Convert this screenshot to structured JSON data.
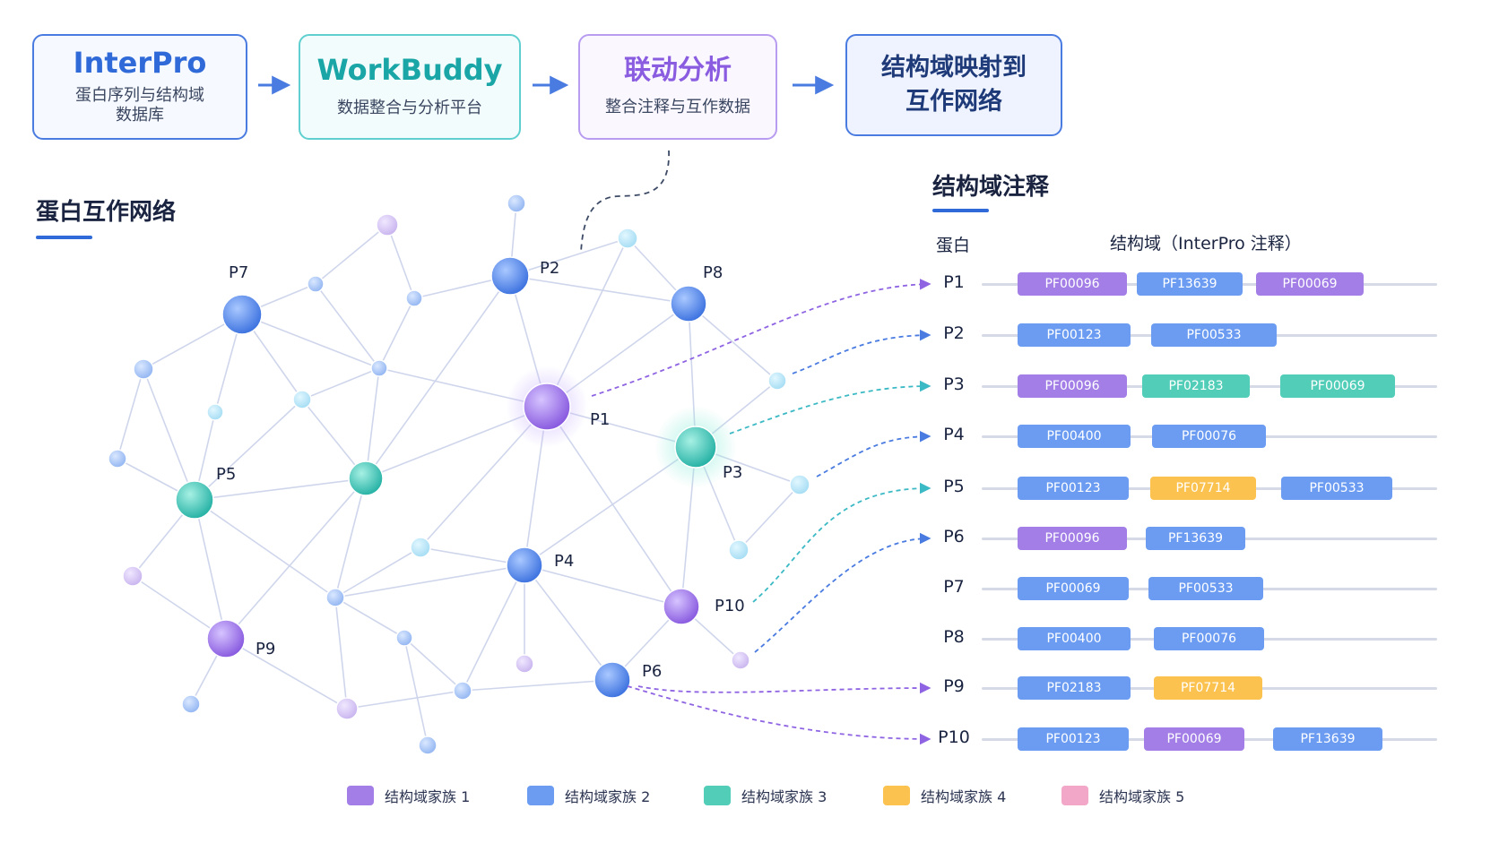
{
  "pipeline": [
    {
      "title": "InterPro",
      "subtitle_lines": [
        "蛋白序列与结构域",
        "数据库"
      ]
    },
    {
      "title": "WorkBuddy",
      "subtitle_lines": [
        "数据整合与分析平台"
      ]
    },
    {
      "title": "联动分析",
      "subtitle_lines": [
        "整合注释与互作数据"
      ]
    },
    {
      "title_lines": [
        "结构域映射到",
        "互作网络"
      ]
    }
  ],
  "network": {
    "title": "蛋白互作网络",
    "labeled_nodes": [
      "P1",
      "P2",
      "P3",
      "P4",
      "P5",
      "P6",
      "P7",
      "P8",
      "P9",
      "P10"
    ]
  },
  "annotation": {
    "title": "结构域注释",
    "col_protein": "蛋白",
    "col_domain": "结构域（InterPro 注释）",
    "rows": [
      {
        "protein": "P1",
        "domains": [
          {
            "id": "PF00096",
            "family": 1
          },
          {
            "id": "PF13639",
            "family": 2
          },
          {
            "id": "PF00069",
            "family": 1
          }
        ]
      },
      {
        "protein": "P2",
        "domains": [
          {
            "id": "PF00123",
            "family": 2
          },
          {
            "id": "PF00533",
            "family": 2
          }
        ]
      },
      {
        "protein": "P3",
        "domains": [
          {
            "id": "PF00096",
            "family": 1
          },
          {
            "id": "PF02183",
            "family": 3
          },
          {
            "id": "PF00069",
            "family": 3
          }
        ]
      },
      {
        "protein": "P4",
        "domains": [
          {
            "id": "PF00400",
            "family": 2
          },
          {
            "id": "PF00076",
            "family": 2
          }
        ]
      },
      {
        "protein": "P5",
        "domains": [
          {
            "id": "PF00123",
            "family": 2
          },
          {
            "id": "PF07714",
            "family": 4
          },
          {
            "id": "PF00533",
            "family": 2
          }
        ]
      },
      {
        "protein": "P6",
        "domains": [
          {
            "id": "PF00096",
            "family": 1
          },
          {
            "id": "PF13639",
            "family": 2
          }
        ]
      },
      {
        "protein": "P7",
        "domains": [
          {
            "id": "PF00069",
            "family": 2
          },
          {
            "id": "PF00533",
            "family": 2
          }
        ]
      },
      {
        "protein": "P8",
        "domains": [
          {
            "id": "PF00400",
            "family": 2
          },
          {
            "id": "PF00076",
            "family": 2
          }
        ]
      },
      {
        "protein": "P9",
        "domains": [
          {
            "id": "PF02183",
            "family": 2
          },
          {
            "id": "PF07714",
            "family": 4
          }
        ]
      },
      {
        "protein": "P10",
        "domains": [
          {
            "id": "PF00123",
            "family": 2
          },
          {
            "id": "PF00069",
            "family": 1
          },
          {
            "id": "PF13639",
            "family": 2
          }
        ]
      }
    ]
  },
  "legend": [
    {
      "label": "结构域家族 1",
      "color": "#a27ee6"
    },
    {
      "label": "结构域家族 2",
      "color": "#6b9cf2"
    },
    {
      "label": "结构域家族 3",
      "color": "#52cdb8"
    },
    {
      "label": "结构域家族 4",
      "color": "#fbc24f"
    },
    {
      "label": "结构域家族 5",
      "color": "#f2a7c8"
    }
  ],
  "colors": {
    "primary_blue": "#2f6ad8",
    "teal": "#1aa6a6",
    "purple": "#8a5ce0",
    "arrow_purple": "#8f64e3",
    "arrow_blue": "#4a7be0",
    "arrow_teal": "#3bb9c4"
  }
}
